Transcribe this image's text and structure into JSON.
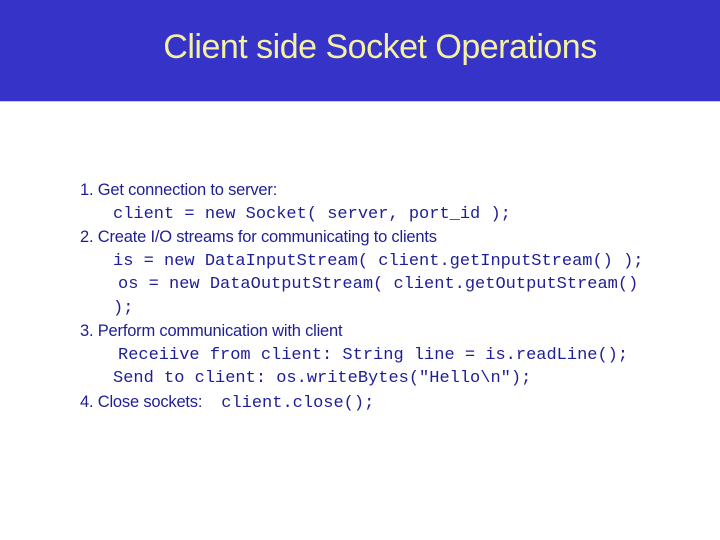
{
  "slide": {
    "title": "Client side Socket Operations",
    "colors": {
      "banner": "#3633c9",
      "title_text": "#f5f1a1",
      "body_text": "#1e1e96",
      "background": "#ffffff"
    },
    "lines": [
      {
        "type": "text",
        "content": "1. Get connection to server:"
      },
      {
        "type": "code",
        "content": "client = new Socket( server, port_id );"
      },
      {
        "type": "text",
        "content": "2. Create I/O streams for communicating to clients"
      },
      {
        "type": "code",
        "content": "is = new DataInputStream( client.getInputStream() );"
      },
      {
        "type": "code",
        "content": "os = new DataOutputStream( client.getOutputStream()"
      },
      {
        "type": "code",
        "content": ");"
      },
      {
        "type": "text",
        "content": "3. Perform communication with client"
      },
      {
        "type": "code",
        "content": "Receiive from client: String line = is.readLine();"
      },
      {
        "type": "code",
        "content": "Send to client: os.writeBytes(\"Hello\\n\");"
      },
      {
        "type": "mixed",
        "text": "4. Close sockets:",
        "code": "client.close();"
      }
    ]
  }
}
